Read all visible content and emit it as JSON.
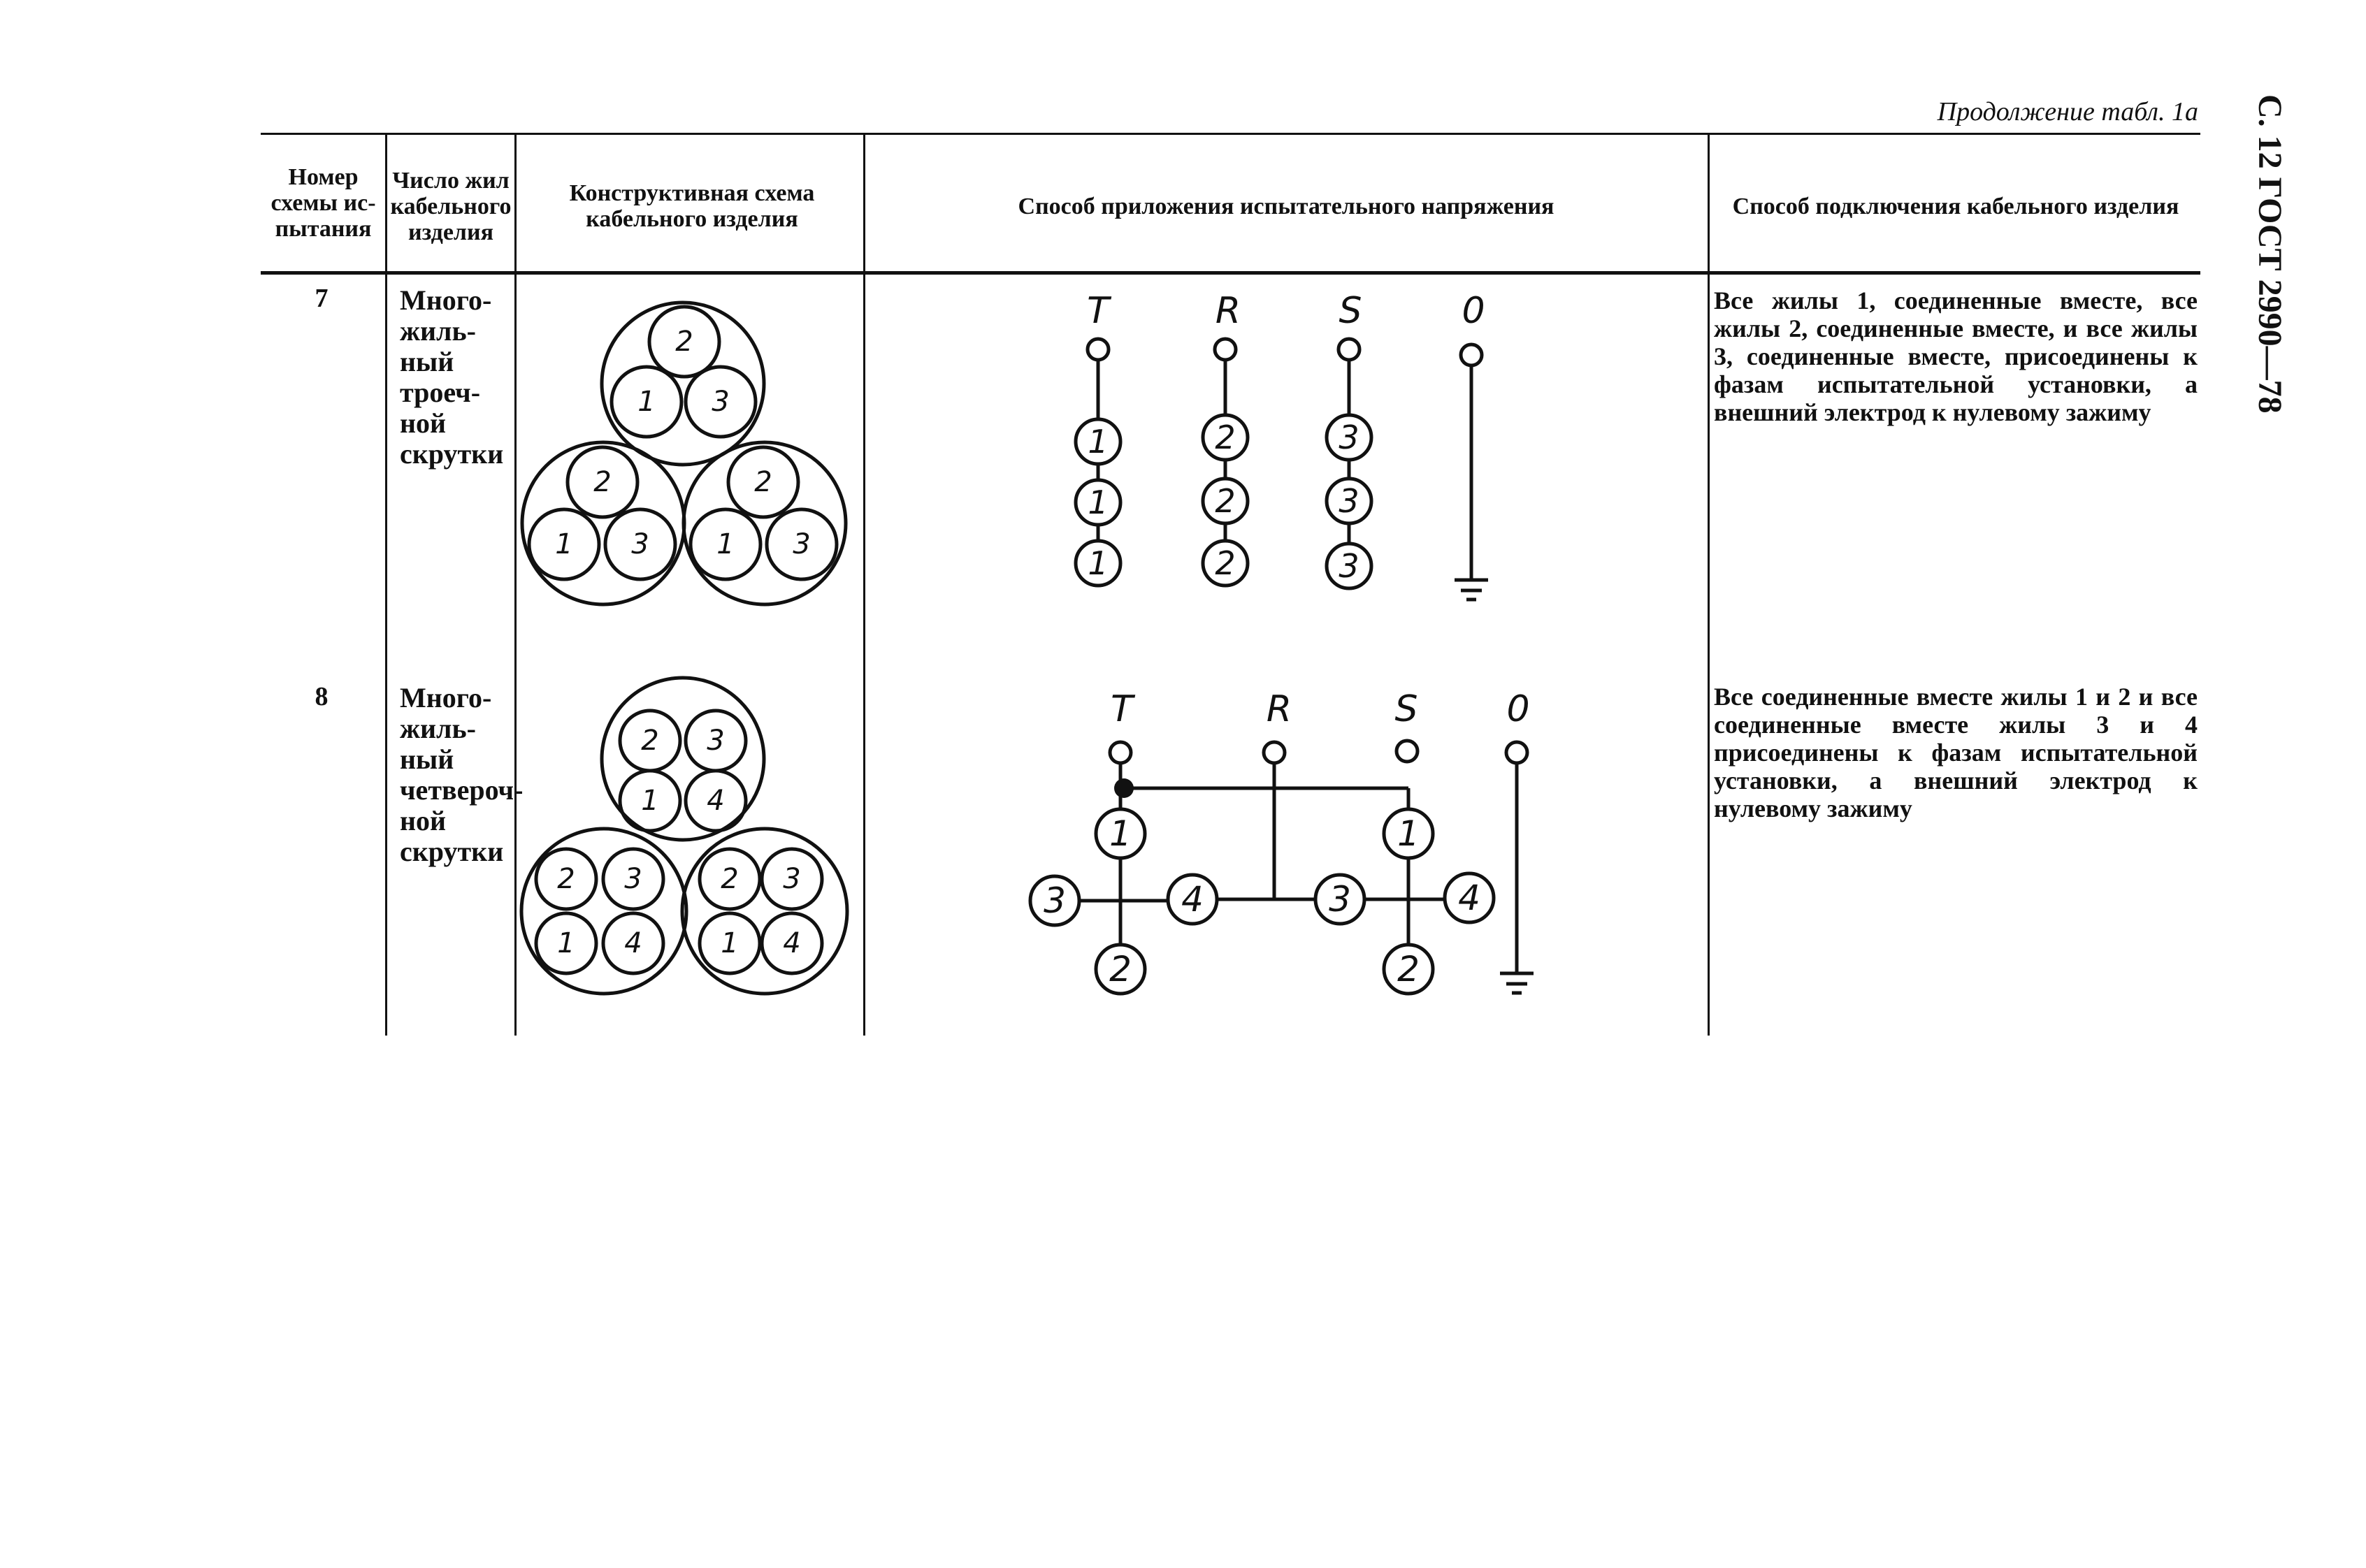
{
  "document": {
    "side_label": "С. 12 ГОСТ 2990—78",
    "continuation": "Продолжение табл. 1а"
  },
  "table": {
    "headers": [
      "Номер схемы ис-пытания",
      "Число жил кабельного изделия",
      "Конструктивная схема кабельного изделия",
      "Способ приложения испытательного напряжения",
      "Способ подключения кабельного изделия"
    ],
    "rows": [
      {
        "number": "7",
        "cores": "Много-\nжиль-\nный\nтроеч-\nной\nскрутки",
        "diagram_labels": {
          "T": "T",
          "R": "R",
          "S": "S",
          "O": "0"
        },
        "description": "Все жилы 1, соединенные вместе, все жилы 2, соединенные вместе, и все жилы 3, соединенные вместе, присоединены к фазам испытательной установки, а внешний электрод к нулевому зажиму"
      },
      {
        "number": "8",
        "cores": "Много-\nжиль-\nный\nчетвероч-\nной\nскрутки",
        "diagram_labels": {
          "T": "T",
          "R": "R",
          "S": "S",
          "O": "0"
        },
        "description": "Все соединенные вместе жилы 1 и 2 и все соединенные вместе жилы 3 и 4 присоединены к фазам испытательной установки, а внешний электрод к нулевому зажиму"
      }
    ]
  }
}
